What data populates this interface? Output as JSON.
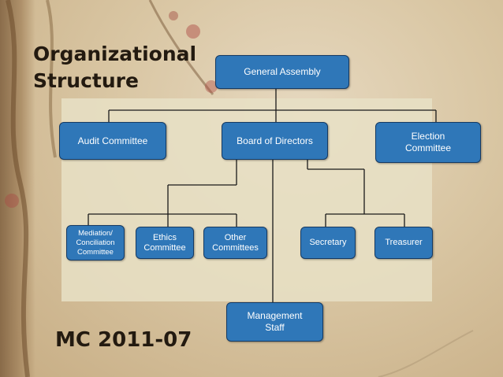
{
  "title": "Organizational\nStructure",
  "footer": "MC 2011-07",
  "nodes": {
    "general_assembly": "General Assembly",
    "audit_committee": "Audit Committee",
    "board_of_directors": "Board of Directors",
    "election_committee": "Election\nCommittee",
    "mediation_committee": "Mediation/\nConciliation\nCommittee",
    "ethics_committee": "Ethics\nCommittee",
    "other_committees": "Other\nCommittees",
    "secretary": "Secretary",
    "treasurer": "Treasurer",
    "management_staff": "Management\nStaff"
  },
  "colors": {
    "box_fill": "#2f77b8",
    "box_border": "#153a63",
    "line": "#1a1a1a",
    "title": "#231a10",
    "panel": "#e7e0c6"
  }
}
